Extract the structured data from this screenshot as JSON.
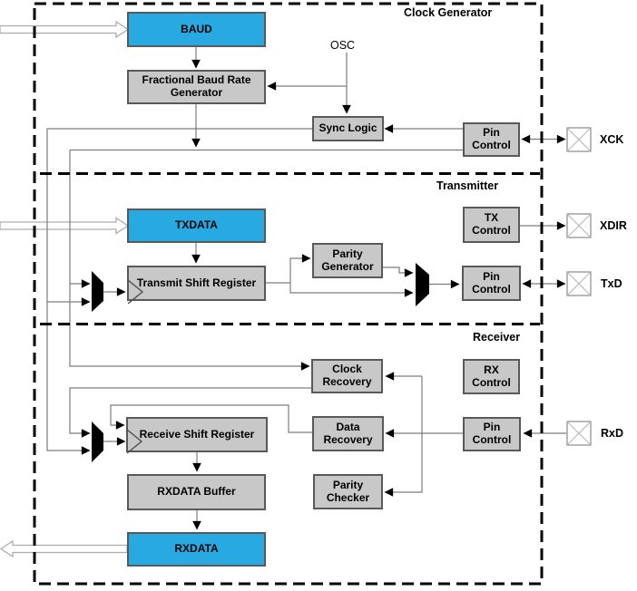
{
  "sections": {
    "clock_generator": {
      "label": "Clock Generator"
    },
    "transmitter": {
      "label": "Transmitter"
    },
    "receiver": {
      "label": "Receiver"
    }
  },
  "blocks": {
    "baud": {
      "label": "BAUD",
      "type": "register"
    },
    "fractional_baud_rate_generator": {
      "label": "Fractional Baud Rate Generator",
      "type": "logic"
    },
    "sync_logic": {
      "label": "Sync Logic",
      "type": "logic"
    },
    "pin_control_xck": {
      "label": "Pin Control",
      "type": "logic"
    },
    "txdata": {
      "label": "TXDATA",
      "type": "register"
    },
    "tx_control": {
      "label": "TX Control",
      "type": "logic"
    },
    "parity_generator": {
      "label": "Parity Generator",
      "type": "logic"
    },
    "transmit_shift_register": {
      "label": "Transmit Shift Register",
      "type": "logic"
    },
    "pin_control_txd": {
      "label": "Pin Control",
      "type": "logic"
    },
    "clock_recovery": {
      "label": "Clock Recovery",
      "type": "logic"
    },
    "rx_control": {
      "label": "RX Control",
      "type": "logic"
    },
    "data_recovery": {
      "label": "Data Recovery",
      "type": "logic"
    },
    "receive_shift_register": {
      "label": "Receive Shift Register",
      "type": "logic"
    },
    "pin_control_rxd": {
      "label": "Pin Control",
      "type": "logic"
    },
    "rxdata_buffer": {
      "label": "RXDATA Buffer",
      "type": "logic"
    },
    "parity_checker": {
      "label": "Parity Checker",
      "type": "logic"
    },
    "rxdata": {
      "label": "RXDATA",
      "type": "register"
    }
  },
  "signals": {
    "osc": {
      "label": "OSC"
    }
  },
  "pins": {
    "xck": {
      "label": "XCK"
    },
    "xdir": {
      "label": "XDIR"
    },
    "txd": {
      "label": "TxD"
    },
    "rxd": {
      "label": "RxD"
    }
  },
  "colors": {
    "register_fill": "#29A9E1",
    "block_fill": "#C8C8C8",
    "block_border": "#595959",
    "connector": "#7D7D7D",
    "arrowhead": "#000000",
    "dashed_border": "#000000",
    "bus_arrow_outline": "#ADADAD"
  }
}
